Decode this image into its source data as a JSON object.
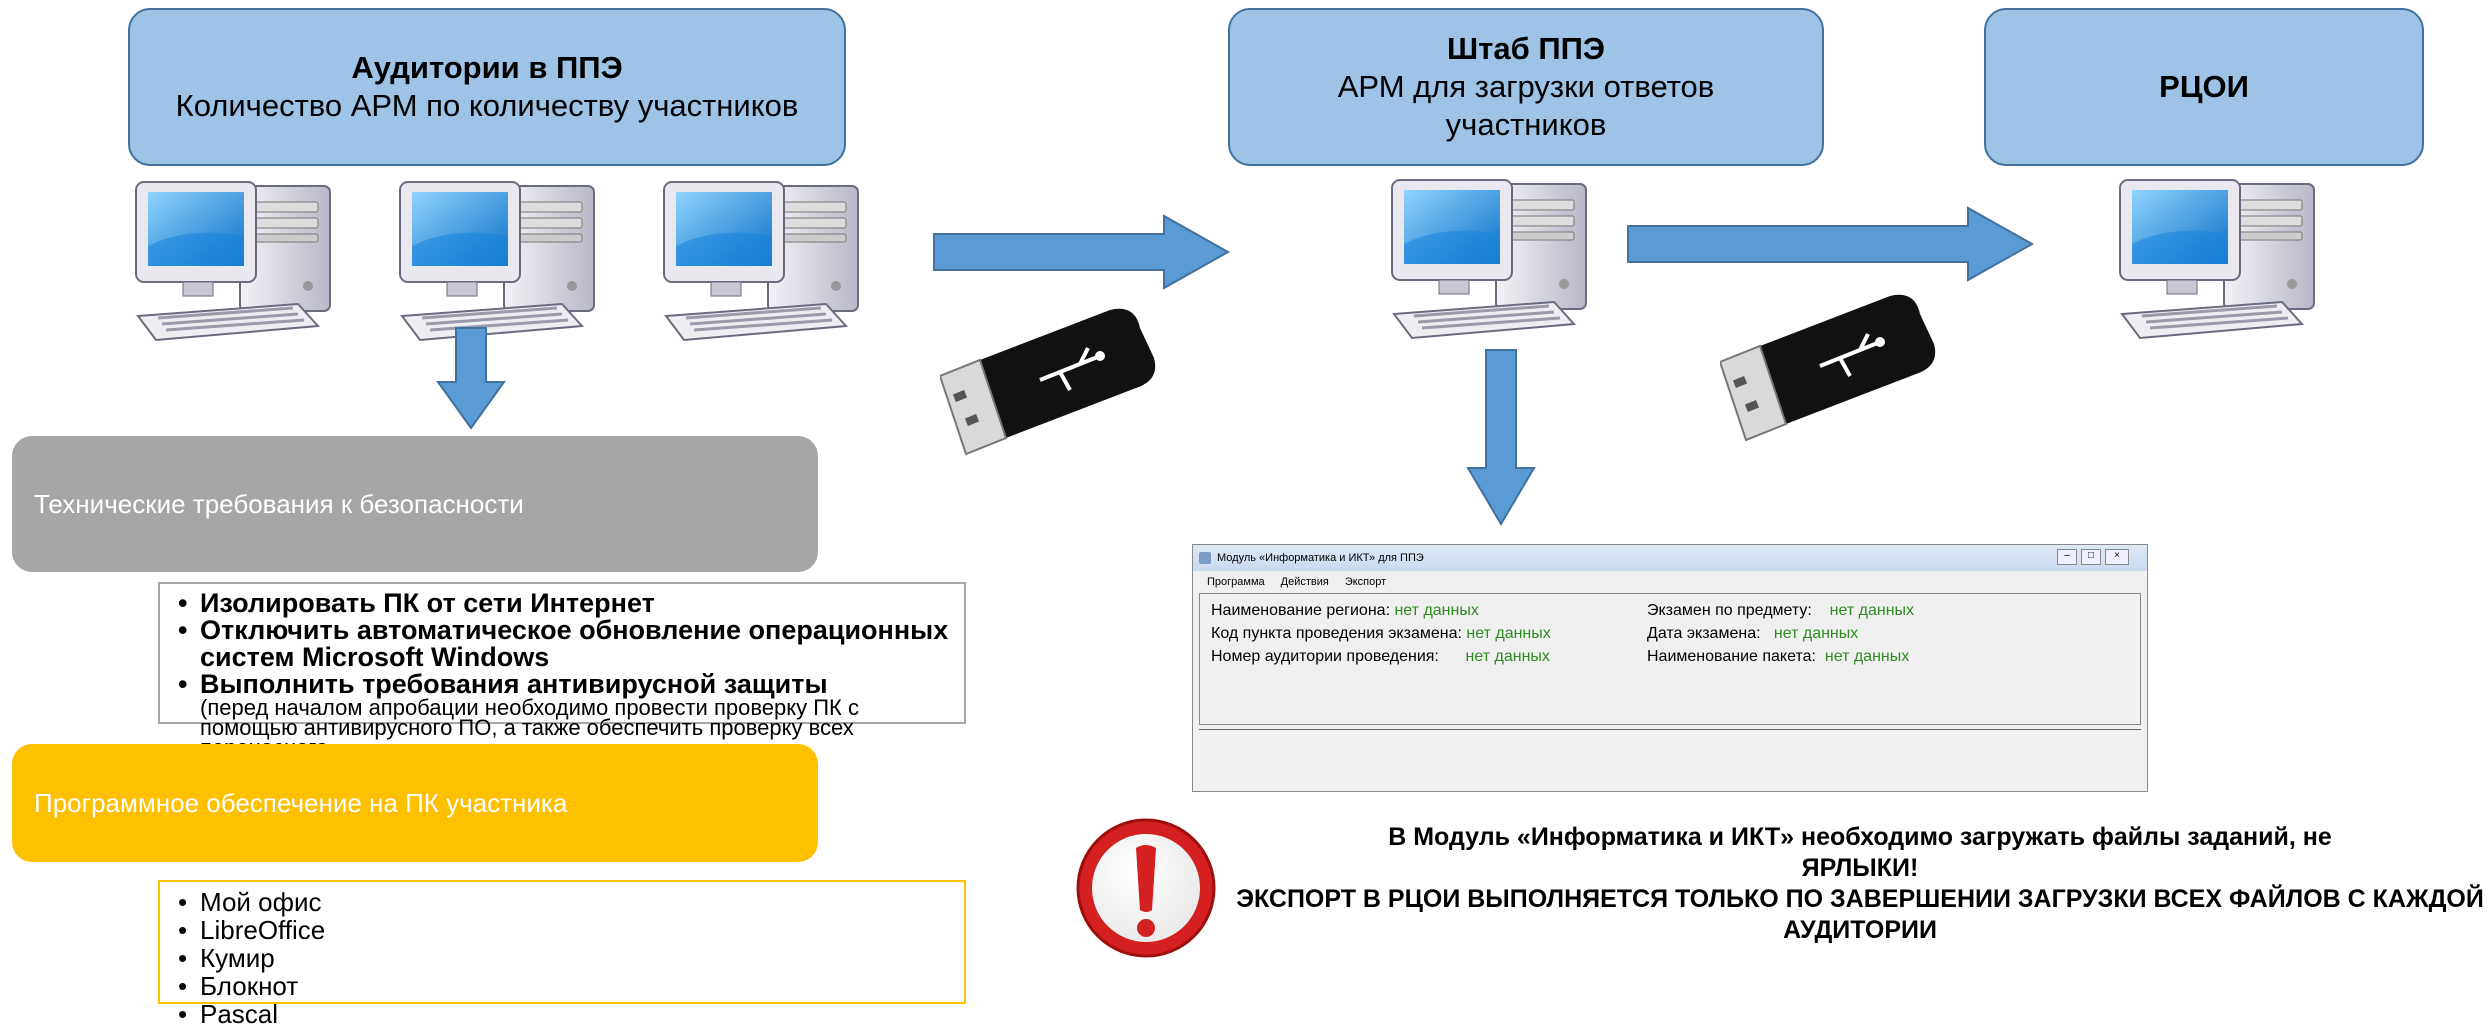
{
  "header_auditorii": {
    "title": "Аудитории в ППЭ",
    "subtitle": "Количество АРМ по количеству участников"
  },
  "header_shtab": {
    "title": "Штаб ППЭ",
    "subtitle": "АРМ для загрузки ответов участников"
  },
  "header_rcoi": {
    "title": "РЦОИ"
  },
  "security": {
    "banner": "Технические требования к безопасности",
    "items": [
      "Изолировать ПК от сети Интернет",
      "Отключить автоматическое обновление операционных систем Microsoft Windows",
      "Выполнить требования антивирусной защиты"
    ],
    "note": "(перед началом апробации необходимо провести проверку ПК с помощью антивирусного ПО, а также обеспечить проверку всех переносного"
  },
  "software": {
    "banner": "Программное обеспечение на ПК участника",
    "items": [
      "Мой офис",
      "LibreOffice",
      "Кумир",
      "Блокнот",
      "Pascal"
    ]
  },
  "module_window": {
    "title": "Модуль «Информатика и ИКТ» для ППЭ",
    "menu": [
      "Программа",
      "Действия",
      "Экспорт"
    ],
    "fields": {
      "region_label": "Наименование региона:",
      "region_value": "нет данных",
      "code_label": "Код пункта проведения экзамена:",
      "code_value": "нет данных",
      "room_label": "Номер аудитории проведения:",
      "room_value": "нет данных",
      "subject_label": "Экзамен по предмету:",
      "subject_value": "нет данных",
      "date_label": "Дата экзамена:",
      "date_value": "нет данных",
      "package_label": "Наименование пакета:",
      "package_value": "нет данных"
    }
  },
  "warning": {
    "line1": "В Модуль «Информатика и ИКТ» необходимо загружать файлы заданий, не ЯРЛЫКИ!",
    "line2": "ЭКСПОРТ В РЦОИ ВЫПОЛНЯЕТСЯ ТОЛЬКО ПО ЗАВЕРШЕНИИ ЗАГРУЗКИ ВСЕХ ФАЙЛОВ С КАЖДОЙ АУДИТОРИИ"
  },
  "colors": {
    "header_fill": "#9dc3e6",
    "arrow": "#5b9bd5",
    "security_banner": "#a6a6a6",
    "software_banner": "#ffc000",
    "warning_red": "#d42020"
  }
}
